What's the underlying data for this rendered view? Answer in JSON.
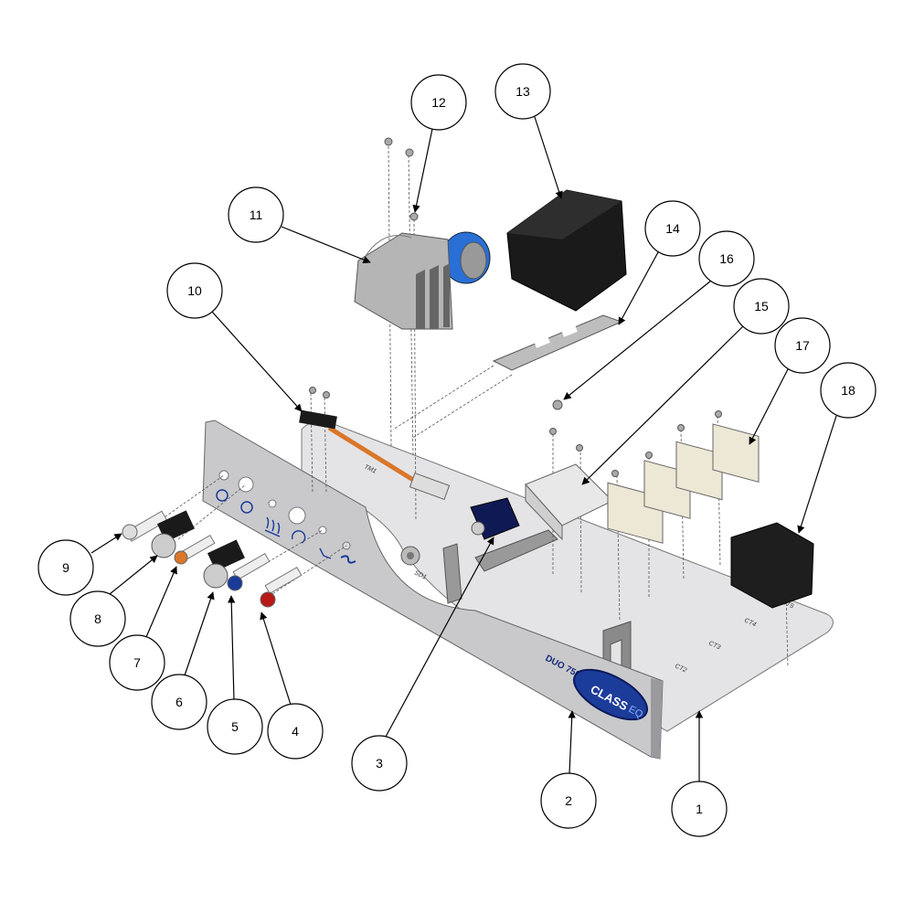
{
  "callouts": [
    "1",
    "2",
    "3",
    "4",
    "5",
    "6",
    "7",
    "8",
    "9",
    "10",
    "11",
    "12",
    "13",
    "14",
    "15",
    "16",
    "17",
    "18"
  ],
  "panel": {
    "model": "DUO 750",
    "brand": "CLASS",
    "brand_suffix": "EQ"
  },
  "plate_labels": {
    "tm1": "TM1",
    "sd1": "SD1",
    "ct2": "CT2",
    "ct3": "CT3",
    "ct4": "CT4",
    "ct5": "CT5"
  },
  "colors": {
    "panel": "#c9c9cc",
    "plate": "#e4e4e6",
    "dark": "#1a1a1a",
    "orange": "#d9772a",
    "blue": "#1a3a9a",
    "red": "#b81818",
    "motor_blue": "#2a6fd6"
  }
}
